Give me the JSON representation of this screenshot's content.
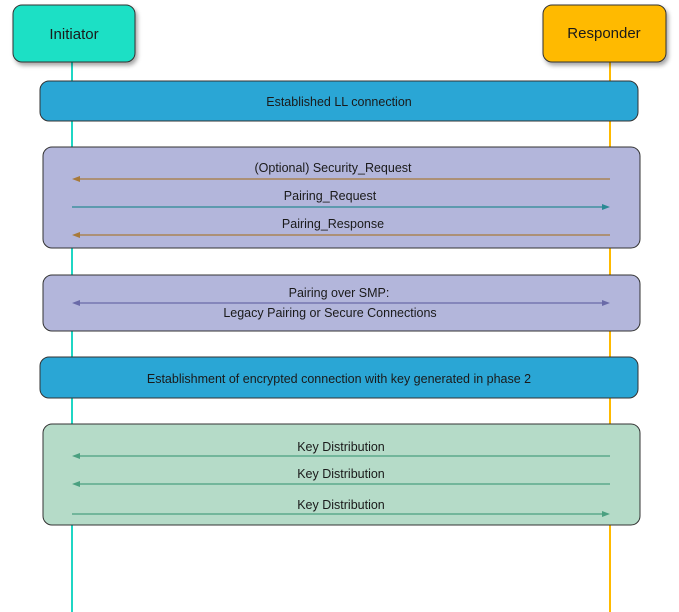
{
  "actors": {
    "initiator": {
      "label": "Initiator",
      "color": "#1fe0c5"
    },
    "responder": {
      "label": "Responder",
      "color": "#ffba00"
    }
  },
  "phases": {
    "ll_connection": {
      "label": "Established LL connection",
      "color": "#2aa6d5"
    },
    "phase1": {
      "color": "#b3b6db",
      "messages": [
        {
          "label": "(Optional) Security_Request",
          "direction": "responder-to-initiator",
          "color": "#a87a3a"
        },
        {
          "label": "Pairing_Request",
          "direction": "initiator-to-responder",
          "color": "#2a8a94"
        },
        {
          "label": "Pairing_Response",
          "direction": "responder-to-initiator",
          "color": "#a87a3a"
        }
      ]
    },
    "phase2": {
      "color": "#b3b6db",
      "message": {
        "label_line1": "Pairing over SMP:",
        "label_line2": "Legacy Pairing or Secure Connections",
        "direction": "both",
        "color": "#6a6aa8"
      }
    },
    "encryption": {
      "label": "Establishment of encrypted connection with key generated in phase 2",
      "color": "#2aa6d5"
    },
    "phase3": {
      "color": "#b5dbc8",
      "messages": [
        {
          "label": "Key Distribution",
          "direction": "responder-to-initiator",
          "color": "#4aa080"
        },
        {
          "label": "Key Distribution",
          "direction": "responder-to-initiator",
          "color": "#4aa080"
        },
        {
          "label": "Key Distribution",
          "direction": "initiator-to-responder",
          "color": "#4aa080"
        }
      ]
    }
  }
}
